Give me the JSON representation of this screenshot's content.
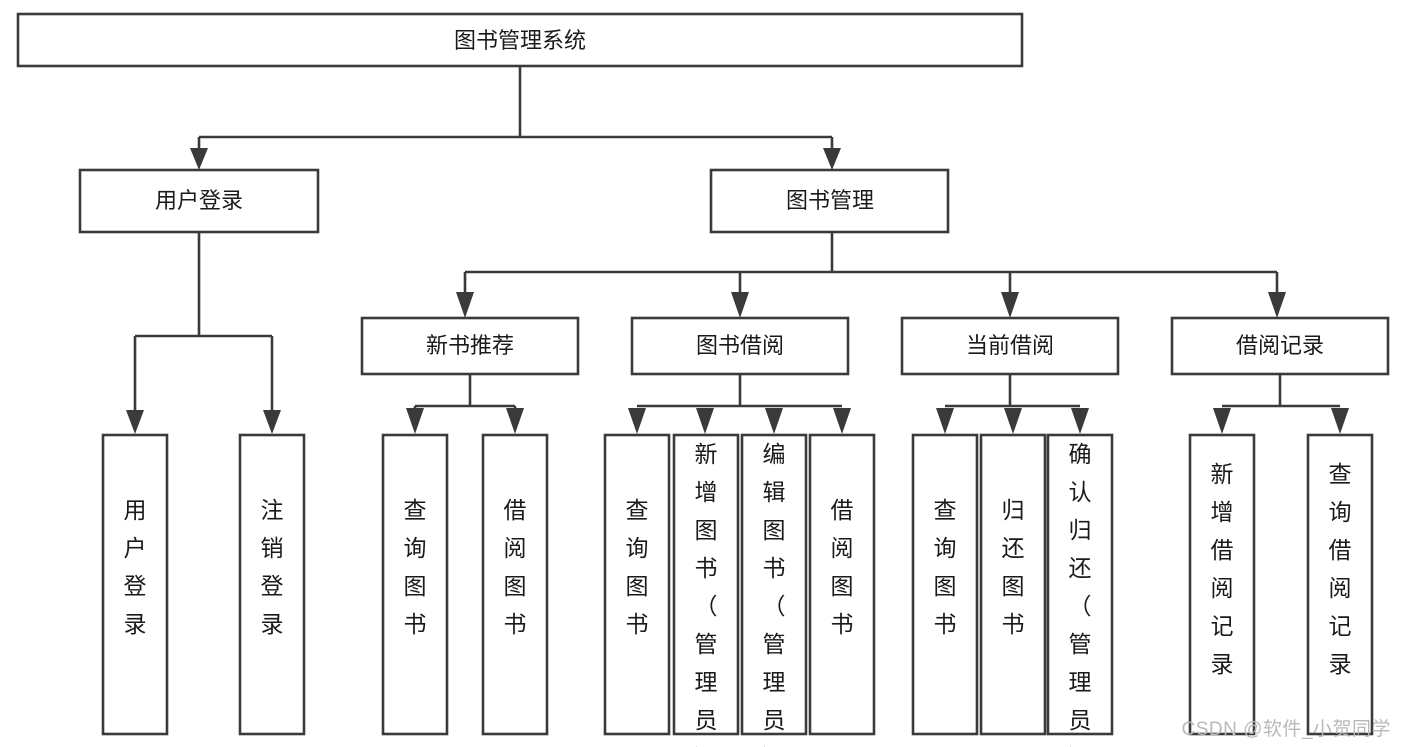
{
  "diagram": {
    "type": "tree-hierarchy",
    "title": "图书管理系统",
    "watermark": "CSDN @软件_小贺同学",
    "colors": {
      "stroke": "#3a3a3a",
      "fill": "#ffffff",
      "text": "#1a1a1a",
      "watermark": "#b9b9b9"
    },
    "levels": {
      "root": {
        "label": "图书管理系统"
      },
      "level2": [
        {
          "id": "user-login",
          "label": "用户登录"
        },
        {
          "id": "book-management",
          "label": "图书管理"
        }
      ],
      "level3": [
        {
          "id": "new-book-recommend",
          "label": "新书推荐",
          "parent": "book-management"
        },
        {
          "id": "book-borrow",
          "label": "图书借阅",
          "parent": "book-management"
        },
        {
          "id": "current-borrow",
          "label": "当前借阅",
          "parent": "book-management"
        },
        {
          "id": "borrow-record",
          "label": "借阅记录",
          "parent": "book-management"
        }
      ],
      "leaves": [
        {
          "id": "leaf-user-login",
          "label": "用户登录",
          "parent": "user-login"
        },
        {
          "id": "leaf-user-logout",
          "label": "注销登录",
          "parent": "user-login"
        },
        {
          "id": "leaf-query-book-1",
          "label": "查询图书",
          "parent": "new-book-recommend"
        },
        {
          "id": "leaf-borrow-book-1",
          "label": "借阅图书",
          "parent": "new-book-recommend"
        },
        {
          "id": "leaf-query-book-2",
          "label": "查询图书",
          "parent": "book-borrow"
        },
        {
          "id": "leaf-add-book",
          "label": "新增图书（管理员）",
          "parent": "book-borrow"
        },
        {
          "id": "leaf-edit-book",
          "label": "编辑图书（管理员）",
          "parent": "book-borrow"
        },
        {
          "id": "leaf-borrow-book-2",
          "label": "借阅图书",
          "parent": "book-borrow"
        },
        {
          "id": "leaf-query-book-3",
          "label": "查询图书",
          "parent": "current-borrow"
        },
        {
          "id": "leaf-return-book",
          "label": "归还图书",
          "parent": "current-borrow"
        },
        {
          "id": "leaf-confirm-return",
          "label": "确认归还（管理员）",
          "parent": "current-borrow"
        },
        {
          "id": "leaf-add-record",
          "label": "新增借阅记录",
          "parent": "borrow-record"
        },
        {
          "id": "leaf-query-record",
          "label": "查询借阅记录",
          "parent": "borrow-record"
        }
      ]
    }
  }
}
